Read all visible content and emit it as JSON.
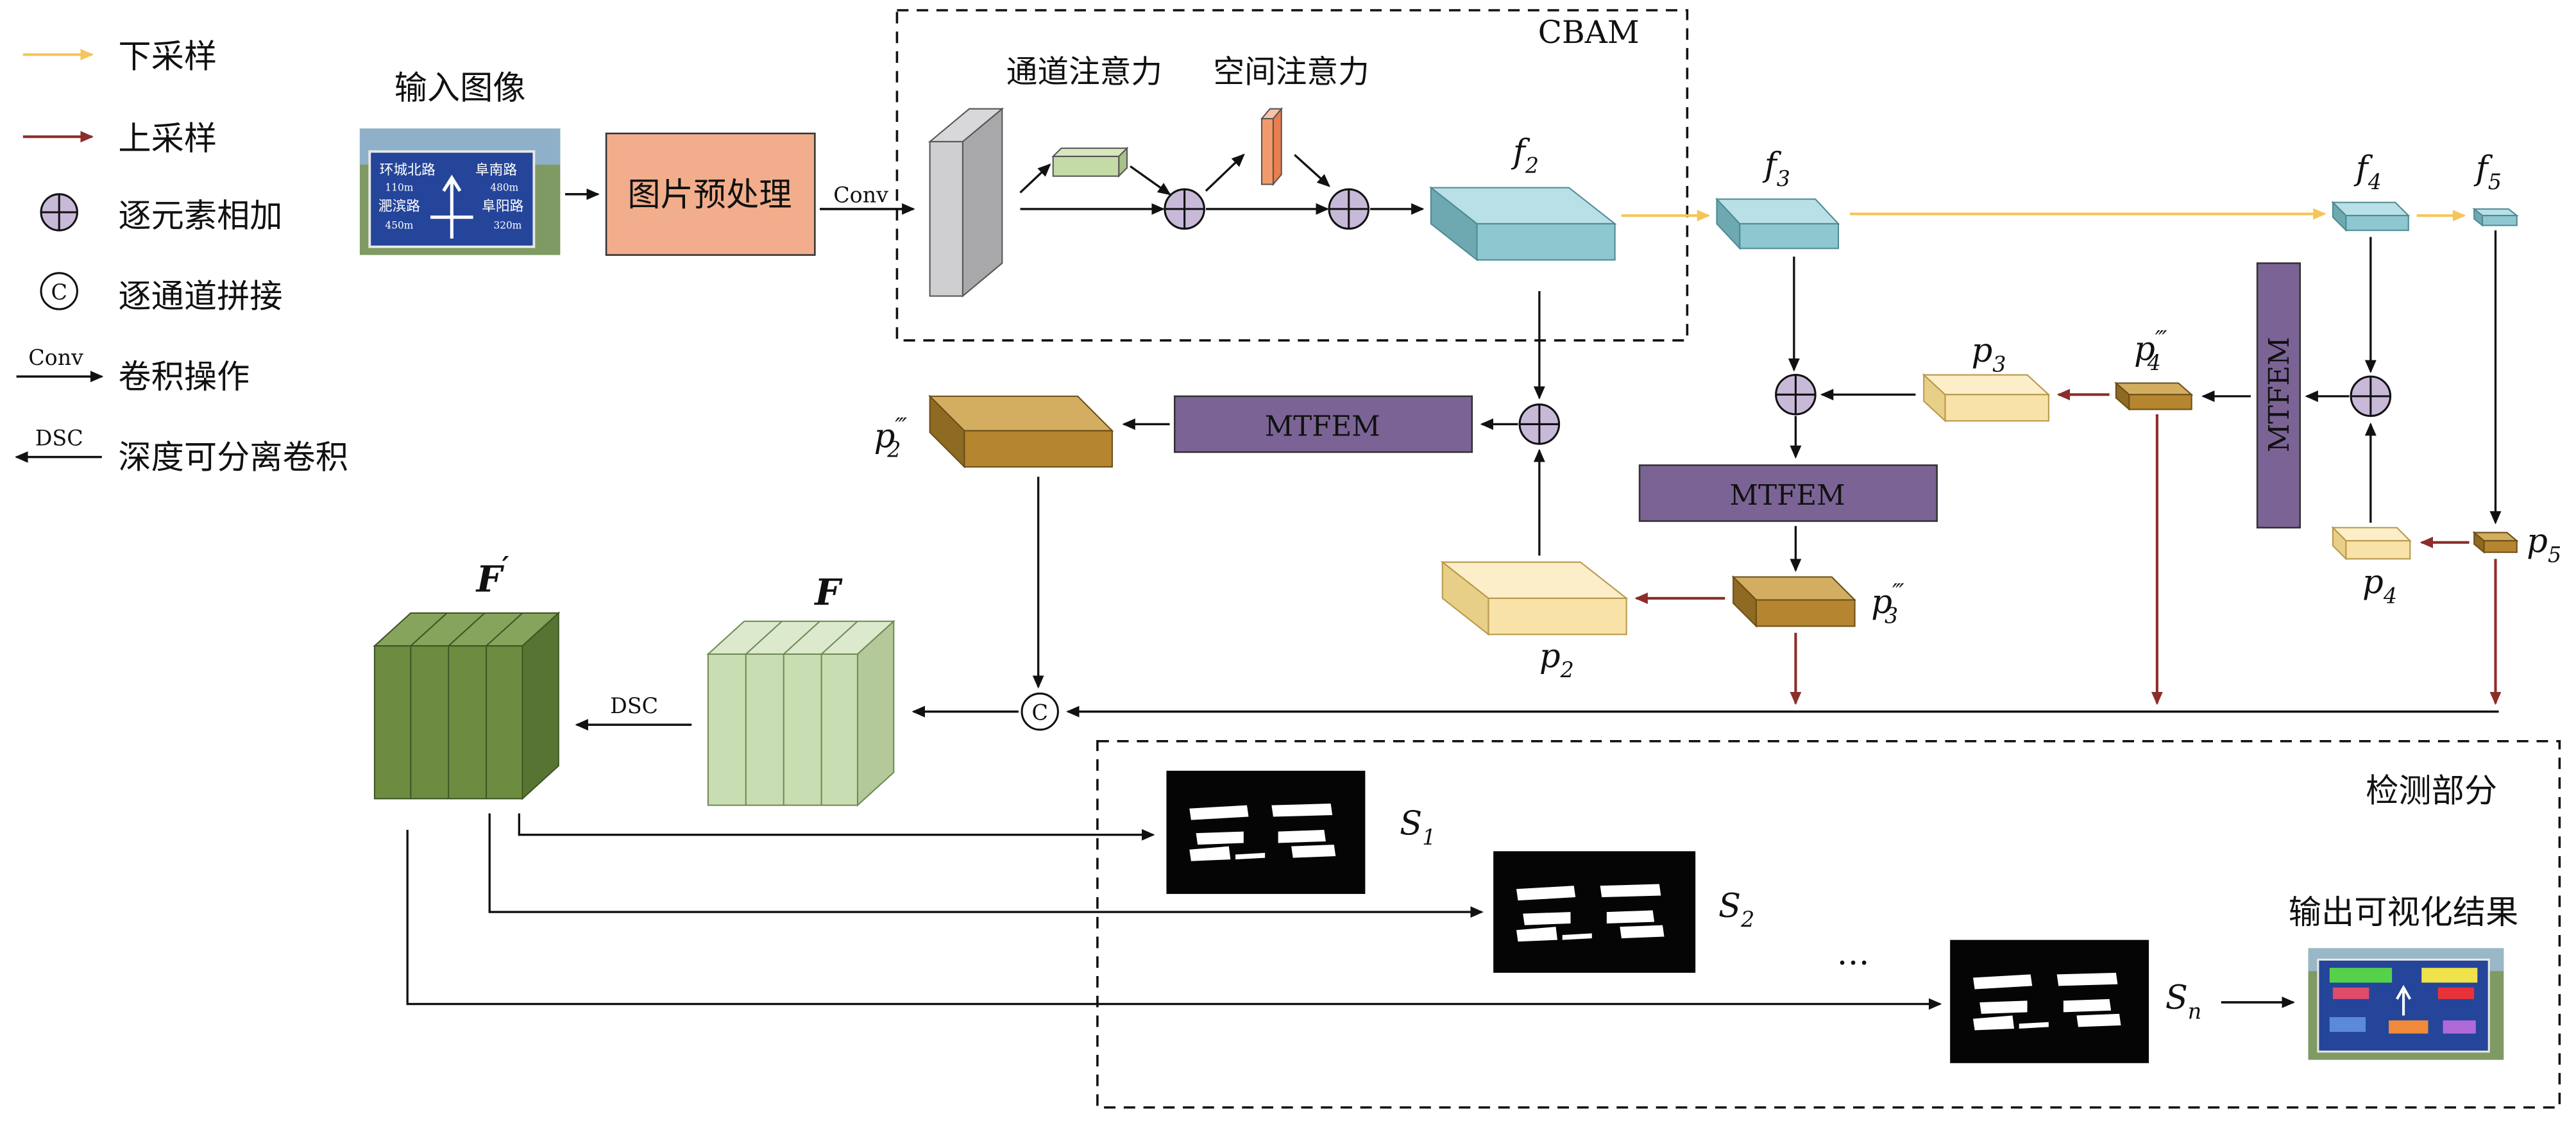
{
  "legend": {
    "downsample": "下采样",
    "upsample": "上采样",
    "elementwise_add": "逐元素相加",
    "channel_concat": "逐通道拼接",
    "conv_op": "卷积操作",
    "conv_tag": "Conv",
    "dsc": "深度可分离卷积",
    "dsc_tag": "DSC"
  },
  "input": {
    "title": "输入图像",
    "sign_top_left": "环城北路",
    "sign_top_right": "阜南路",
    "sign_dist1": "110m",
    "sign_dist2": "480m",
    "sign_bottom_left": "淝滨路",
    "sign_bottom_right": "阜阳路",
    "sign_dist3": "450m",
    "sign_dist4": "320m"
  },
  "preprocess": "图片预处理",
  "conv_label": "Conv",
  "cbam": {
    "title": "CBAM",
    "channel_attention": "通道注意力",
    "spatial_attention": "空间注意力"
  },
  "features": {
    "f2": "f",
    "f2_sub": "2",
    "f3": "f",
    "f3_sub": "3",
    "f4": "f",
    "f4_sub": "4",
    "f5": "f",
    "f5_sub": "5",
    "p2": "p",
    "p2_sub": "2",
    "p3": "p",
    "p3_sub": "3",
    "p4": "p",
    "p4_sub": "4",
    "p5": "p",
    "p5_sub": "5",
    "p2pp": "p",
    "p2pp_sub": "2",
    "p2pp_sup": "‴",
    "p3pp": "p",
    "p3pp_sub": "3",
    "p3pp_sup": "‴",
    "p4pp": "p",
    "p4pp_sub": "4",
    "p4pp_sup": "‴"
  },
  "mtfem": "MTFEM",
  "fusion": {
    "F": "F",
    "Fprime": "F",
    "prime": "′",
    "dsc": "DSC",
    "concat_symbol": "C"
  },
  "detection": {
    "title": "检测部分",
    "s": "S",
    "s1_sub": "1",
    "s2_sub": "2",
    "sn_sub": "n",
    "ellipsis": "…",
    "output_title": "输出可视化结果"
  },
  "colors": {
    "downsample_arrow": "#f5c55a",
    "upsample_arrow": "#8b2e2a",
    "mtfem": "#7b6495",
    "preprocess": "#f2ae8c",
    "f_features": "#8ec7d0",
    "p_features": "#f8e2a8",
    "p_triple": "#b5862f",
    "F": "#c9ddb3",
    "Fprime": "#6e8c40"
  }
}
